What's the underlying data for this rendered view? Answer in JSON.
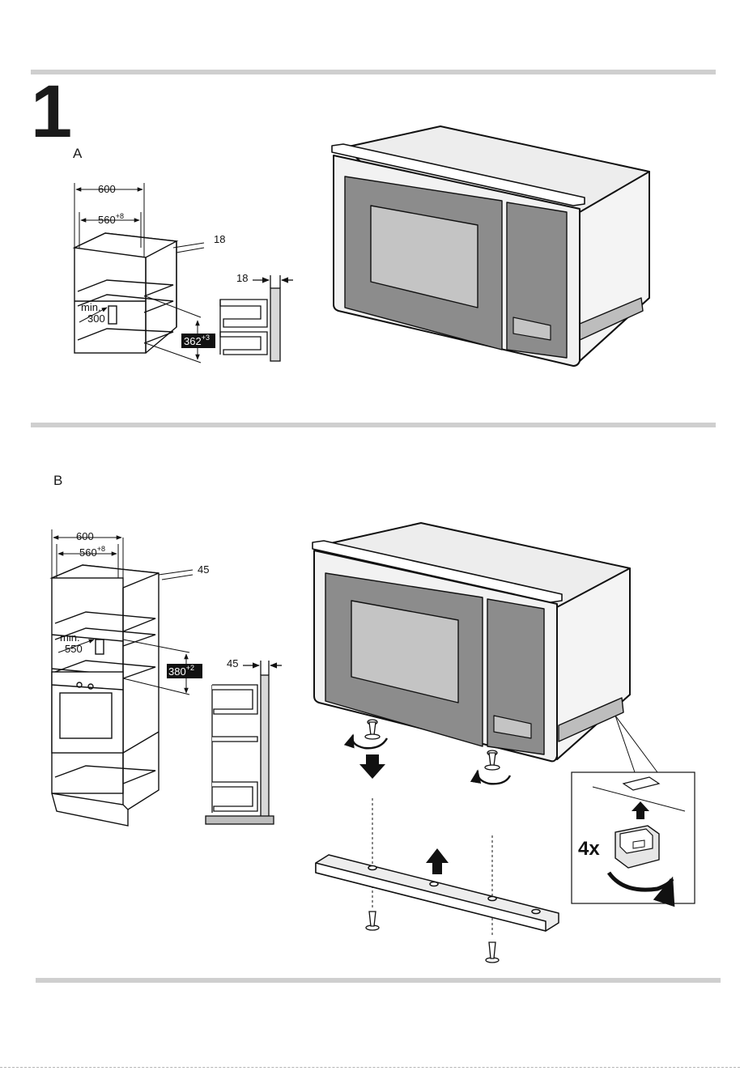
{
  "step_number": "1",
  "sections": [
    {
      "label": "A",
      "dims": {
        "width": "600",
        "inner_width": "560",
        "inner_width_tol": "+8",
        "side": "18",
        "panel": "18",
        "min": "min.",
        "depth": "300",
        "height": "362",
        "height_tol": "+3"
      }
    },
    {
      "label": "B",
      "dims": {
        "width": "600",
        "inner_width": "560",
        "inner_width_tol": "+8",
        "side": "45",
        "panel": "45",
        "min": "min.",
        "depth": "550",
        "height": "380",
        "height_tol": "+2"
      }
    }
  ],
  "clip_count": "4x",
  "colors": {
    "rule": "#cfcfcf",
    "glass": "#8c8c8c",
    "window": "#c4c4c4",
    "body": "#ededed"
  }
}
